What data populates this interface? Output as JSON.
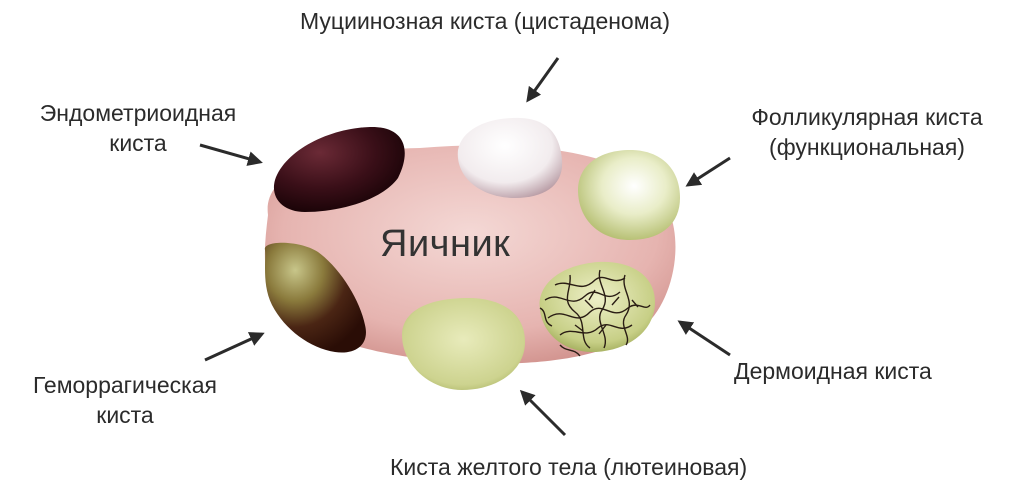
{
  "center_label": "Яичник",
  "labels": {
    "mucinous": "Муциинозная киста (цистаденома)",
    "endometrioid_line1": "Эндометриоидная",
    "endometrioid_line2": "киста",
    "follicular_line1": "Фолликулярная киста",
    "follicular_line2": "(функциональная)",
    "dermoid": "Дермоидная киста",
    "hemorrhagic_line1": "Геморрагическая",
    "hemorrhagic_line2": "киста",
    "corpus_luteum": "Киста желтого тела (лютеиновая)"
  },
  "colors": {
    "ovary": "#e6b4b0",
    "endometrioid": "#3a0f18",
    "mucinous": "#f2ecee",
    "follicular": "#d8e0a8",
    "dermoid": "#c7cf86",
    "hemorrhagic": "#4a2514",
    "corpus_luteum": "#cdd38f",
    "arrow": "#2b2b2b"
  }
}
